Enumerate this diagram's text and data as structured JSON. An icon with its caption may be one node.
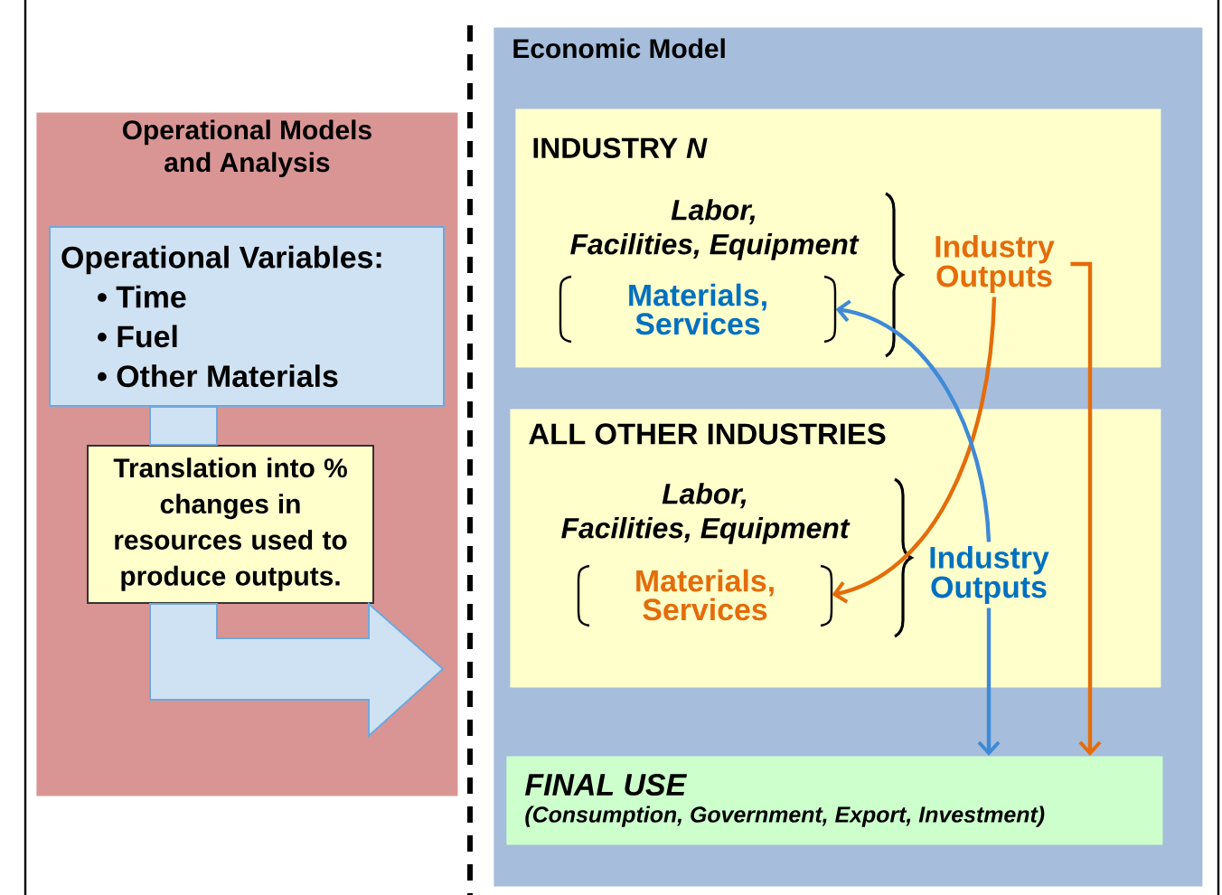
{
  "diagram": {
    "nodes": [
      {
        "text": [
          "Operational Models and Analysis"
        ]
      },
      {
        "text": [
          "Operational Variables:",
          "• Time",
          "• Fuel",
          "• Other Materials"
        ],
        "in": 0
      },
      {
        "text": [
          "Translation into % changes in resources used to produce outputs."
        ],
        "in": 0
      },
      {
        "text": [
          "Economic Model"
        ]
      },
      {
        "text": [
          "INDUSTRY *N*"
        ],
        "in": 3
      },
      {
        "text": [
          "Materials, Services"
        ],
        "in": 4
      },
      {
        "text": [
          "Industry Outputs"
        ],
        "in": 4
      },
      {
        "text": [
          "ALL OTHER INDUSTRIES"
        ],
        "in": 3
      },
      {
        "text": [
          "Materials, Services"
        ],
        "in": 7
      },
      {
        "text": [
          "Industry Outputs"
        ],
        "in": 7
      },
      {
        "text": [
          "FINAL USE",
          "(Consumption, Government, Export, Investment)"
        ],
        "in": 3
      }
    ],
    "edges": [
      {
        "from": 1,
        "to": 3,
        "arrow": "to",
        "style": "thick",
        "color": "#cfe2f3"
      },
      {
        "from": 6,
        "to": 8,
        "arrow": "to",
        "color": "#e46c0a"
      },
      {
        "from": 6,
        "to": 10,
        "arrow": "to",
        "color": "#e46c0a"
      },
      {
        "from": 9,
        "to": 5,
        "arrow": "to",
        "color": "#3f8ad6"
      },
      {
        "from": 9,
        "to": 10,
        "arrow": "to",
        "color": "#3f8ad6"
      }
    ],
    "labels": [
      "Labor, Facilities, Equipment",
      "Labor, Facilities, Equipment"
    ]
  }
}
